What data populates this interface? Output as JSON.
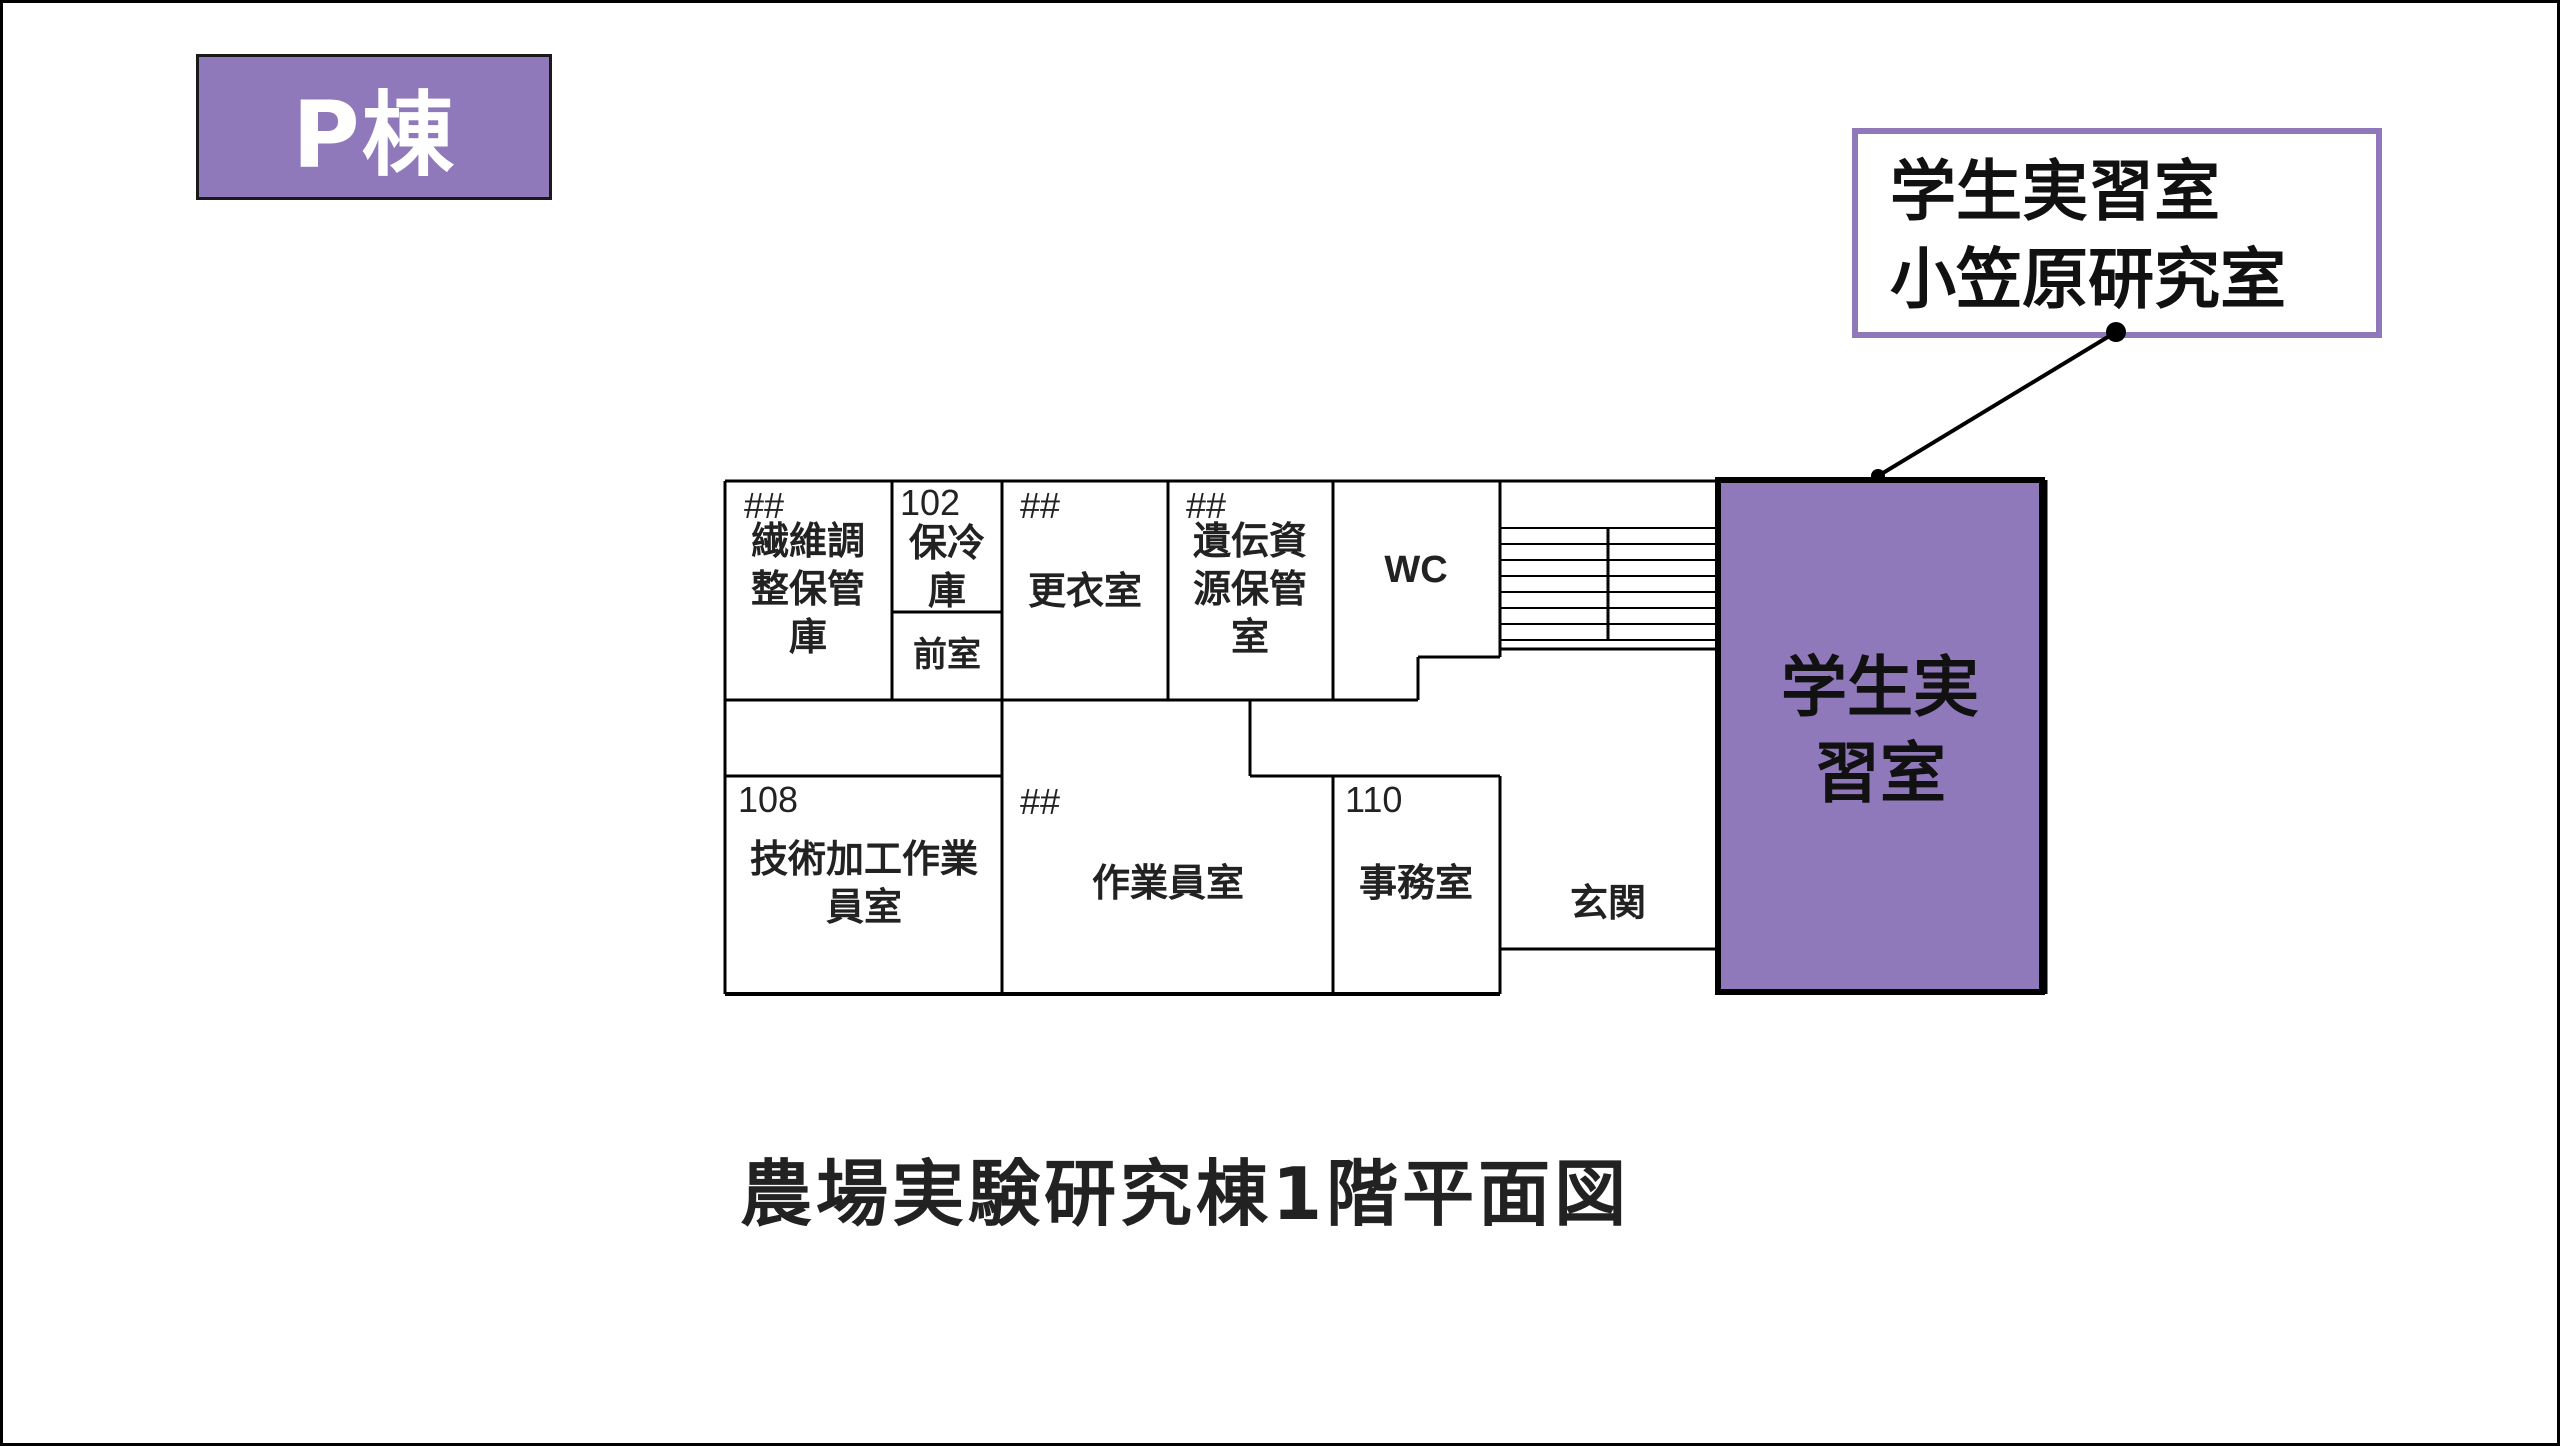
{
  "building_label": "P棟",
  "callout": {
    "line1": "学生実習室",
    "line2": "小笠原研究室"
  },
  "plan_title": "農場実験研究棟1階平面図",
  "highlight_color": "#9079bb",
  "rooms": {
    "fiber": {
      "number": "##",
      "name_lines": [
        "繊維調",
        "整保管",
        "庫"
      ]
    },
    "cold": {
      "number": "102",
      "name_lines": [
        "保冷",
        "庫"
      ]
    },
    "anteroom": {
      "name": "前室"
    },
    "locker": {
      "number": "##",
      "name": "更衣室"
    },
    "genetic": {
      "number": "##",
      "name_lines": [
        "遺伝資",
        "源保管",
        "室"
      ]
    },
    "wc": {
      "name": "WC"
    },
    "tech": {
      "number": "108",
      "name_lines": [
        "技術加工作業",
        "員室"
      ]
    },
    "worker": {
      "number": "##",
      "name": "作業員室"
    },
    "office": {
      "number": "110",
      "name": "事務室"
    },
    "entrance": {
      "name": "玄関"
    },
    "student_lab": {
      "name_lines": [
        "学生実",
        "習室"
      ]
    }
  }
}
